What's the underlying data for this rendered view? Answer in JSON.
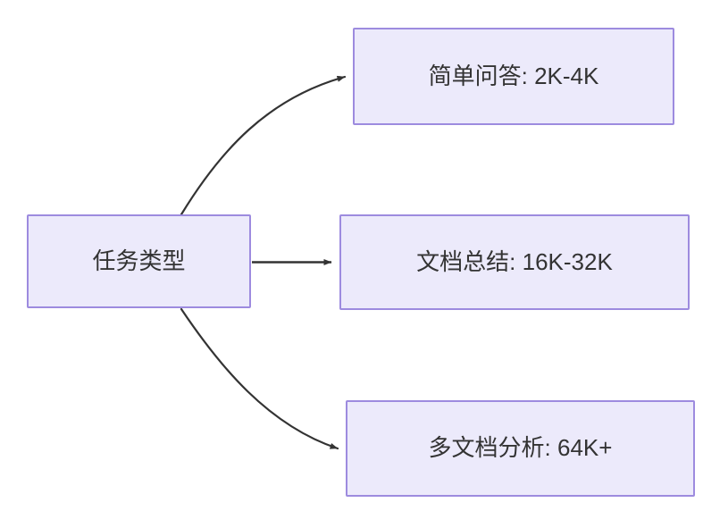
{
  "diagram": {
    "type": "flowchart",
    "direction": "left-to-right",
    "background_color": "#ffffff",
    "node_fill_color": "#ECEAFB",
    "node_border_color": "#9D8BDF",
    "node_text_color": "#333333",
    "edge_color": "#333333",
    "nodes": [
      {
        "id": "root",
        "label": "任务类型"
      },
      {
        "id": "simple_qa",
        "label": "简单问答: 2K-4K"
      },
      {
        "id": "doc_summary",
        "label": "文档总结: 16K-32K"
      },
      {
        "id": "multi_doc",
        "label": "多文档分析: 64K+"
      }
    ],
    "edges": [
      {
        "from": "root",
        "to": "simple_qa",
        "style": "curved",
        "arrow": "end"
      },
      {
        "from": "root",
        "to": "doc_summary",
        "style": "straight",
        "arrow": "end"
      },
      {
        "from": "root",
        "to": "multi_doc",
        "style": "curved",
        "arrow": "end"
      }
    ]
  }
}
